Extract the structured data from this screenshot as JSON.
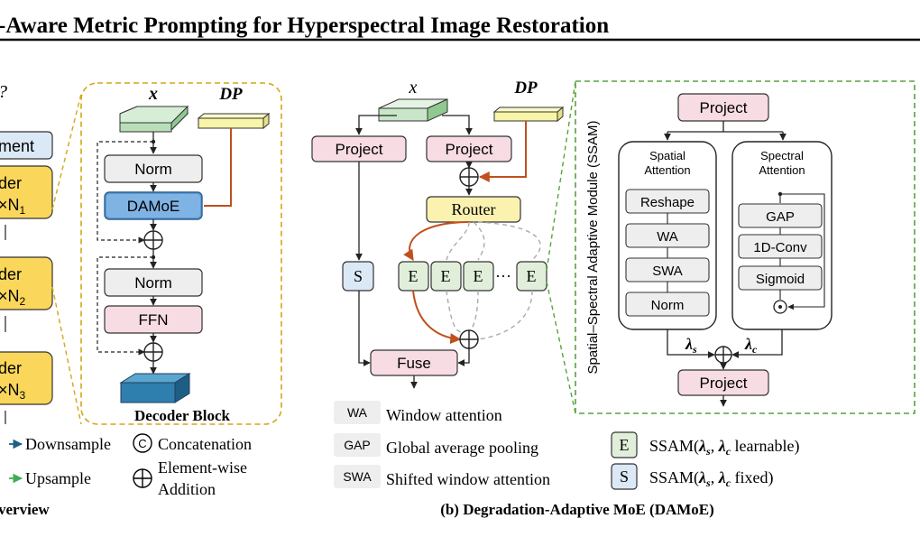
{
  "title": "-Aware Metric Prompting for Hyperspectral Image Restoration",
  "left": {
    "partial_p": "?",
    "embedding_label": "ment",
    "stage1": {
      "word": "der",
      "mult": "×N",
      "sub": "1"
    },
    "stage2": {
      "word": "der",
      "mult": "×N",
      "sub": "2"
    },
    "stage3": {
      "word": "der",
      "mult": "×N",
      "sub": "3"
    },
    "legend_downsample": "Downsample",
    "legend_upsample": "Upsample",
    "legend_concat": "Concatenation",
    "legend_concat_symbol": "C",
    "legend_addition_1": "Element-wise",
    "legend_addition_2": "Addition",
    "caption": "verview"
  },
  "decoder_block": {
    "input_x": "x",
    "input_dp": "DP",
    "norm1": "Norm",
    "damoe": "DAMoE",
    "norm2": "Norm",
    "ffn": "FFN",
    "label": "Decoder Block"
  },
  "damoe_panel": {
    "input_x": "x",
    "input_dp": "DP",
    "project_left": "Project",
    "project_right": "Project",
    "router": "Router",
    "shared_expert": "S",
    "expert": "E",
    "dots": "···",
    "fuse": "Fuse",
    "legend": [
      {
        "abbr": "WA",
        "text": "Window attention"
      },
      {
        "abbr": "GAP",
        "text": "Global average pooling"
      },
      {
        "abbr": "SWA",
        "text": "Shifted window attention"
      }
    ],
    "legend_e_badge": "E",
    "legend_e_text_a": "SSAM(",
    "legend_e_text_b": ", ",
    "legend_e_text_c": " learnable)",
    "legend_s_badge": "S",
    "legend_s_text_a": "SSAM(",
    "legend_s_text_b": ", ",
    "legend_s_text_c": " fixed)",
    "lambda_s": "λ",
    "lambda_s_sub": "s",
    "lambda_c": "λ",
    "lambda_c_sub": "c",
    "caption": "(b) Degradation-Adaptive MoE (DAMoE)"
  },
  "ssam": {
    "vertical_label": "Spatial–Spectral Adaptive Module (SSAM)",
    "project_top": "Project",
    "spatial_title_1": "Spatial",
    "spatial_title_2": "Attention",
    "spectral_title_1": "Spectral",
    "spectral_title_2": "Attention",
    "spatial_ops": [
      "Reshape",
      "WA",
      "SWA",
      "Norm"
    ],
    "spectral_ops": [
      "GAP",
      "1D-Conv",
      "Sigmoid"
    ],
    "project_bottom": "Project",
    "lambda_s": "λ",
    "lambda_s_sub": "s",
    "lambda_c": "λ",
    "lambda_c_sub": "c"
  },
  "colors": {
    "yellow": "#fad75a",
    "blue_box": "#5b9bd5",
    "blue_light": "#dbe8f6",
    "pink": "#f8dce3",
    "green_light": "#e1efda",
    "gray_box": "#eeeeee",
    "orange_arrow": "#c0501c",
    "teal_arrow": "#1f5e84",
    "green_arrow": "#3fae55",
    "gold_dash": "#d4a617",
    "green_dash": "#57a33c"
  }
}
